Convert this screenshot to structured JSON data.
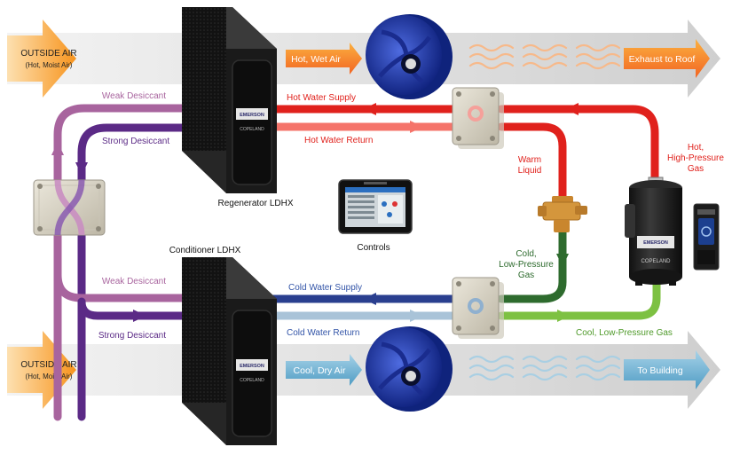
{
  "top_stream": {
    "inlet_title": "OUTSIDE AIR",
    "inlet_sub": "(Hot, Moist Air)",
    "fan_label": "Hot, Wet Air",
    "outlet_label": "Exhaust to Roof"
  },
  "bottom_stream": {
    "inlet_title": "OUTSIDE AIR",
    "inlet_sub": "(Hot, Moist Air)",
    "fan_label": "Cool, Dry Air",
    "outlet_label": "To Building"
  },
  "desiccant": {
    "top_weak": "Weak Desiccant",
    "top_strong": "Strong Desiccant",
    "bottom_weak": "Weak Desiccant",
    "bottom_strong": "Strong Desiccant"
  },
  "units": {
    "regenerator": "Regenerator LDHX",
    "conditioner": "Conditioner LDHX",
    "controls": "Controls",
    "brand": "EMERSON",
    "product": "COPELAND"
  },
  "water": {
    "hot_supply": "Hot Water Supply",
    "hot_return": "Hot Water Return",
    "cold_supply": "Cold Water Supply",
    "cold_return": "Cold Water Return"
  },
  "refrigerant": {
    "warm_liquid": [
      "Warm",
      "Liquid"
    ],
    "hot_gas": [
      "Hot,",
      "High-Pressure",
      "Gas"
    ],
    "cold_gas": [
      "Cold,",
      "Low-Pressure",
      "Gas"
    ],
    "cool_gas": "Cool, Low-Pressure Gas"
  },
  "colors": {
    "hot": "#e0211c",
    "cold_supply": "#2a3f8f",
    "cold_return": "#a9c3d8",
    "weak_desiccant": "#a8649e",
    "strong_desiccant": "#5b2a86",
    "cold_gas": "#2e6b2e",
    "cool_gas": "#7dc142",
    "air_orange": "#f7941d",
    "air_blue": "#4f9cc4"
  }
}
